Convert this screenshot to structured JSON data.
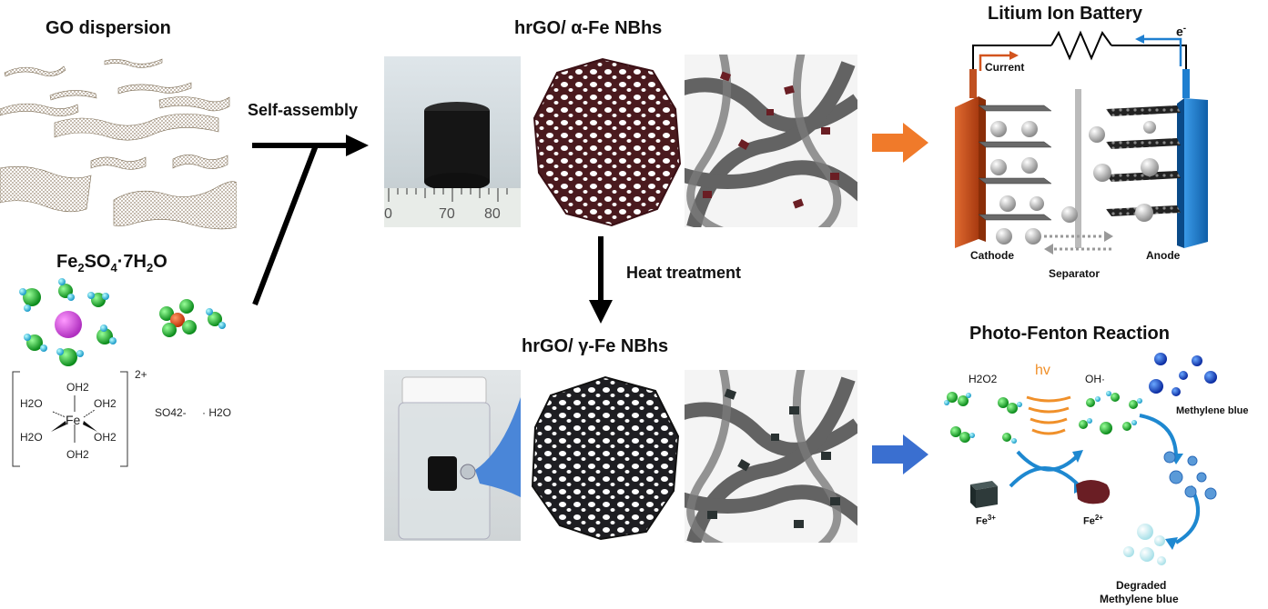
{
  "go": {
    "title": "GO dispersion"
  },
  "iron_salt": {
    "formula_parts": [
      "Fe",
      "2",
      "SO",
      "4",
      "·7H",
      "2",
      "O"
    ],
    "complex": {
      "ligand": "OH2",
      "ligand_left": "H2O",
      "center": "Fe",
      "charge": "2+",
      "sulfate": "SO42-",
      "water": "· H2O"
    }
  },
  "process": {
    "self_assembly": "Self-assembly",
    "heat_treatment": "Heat treatment"
  },
  "alpha": {
    "title": "hrGO/ α-Fe NBhs",
    "ruler_ticks": [
      "0",
      "70",
      "80"
    ]
  },
  "gamma": {
    "title": "hrGO/ γ-Fe NBhs"
  },
  "battery": {
    "title": "Litium Ion Battery",
    "electron": "e",
    "electron_sup": "-",
    "current": "Current",
    "cathode": "Cathode",
    "separator": "Separator",
    "anode": "Anode"
  },
  "fenton": {
    "title": "Photo-Fenton Reaction",
    "h2o2": "H2O2",
    "hv": "hv",
    "oh": "OH·",
    "methylene_blue": "Methylene blue",
    "fe3": "Fe",
    "fe3_sup": "3+",
    "fe2": "Fe",
    "fe2_sup": "2+",
    "degraded_line1": "Degraded",
    "degraded_line2": "Methylene blue"
  },
  "colors": {
    "orange_arrow": "#F07A2A",
    "blue_arrow": "#3A6FD0",
    "cathode": "#D2541E",
    "anode": "#1F7FD0",
    "reaction_arrow": "#1E88D0",
    "hv": "#F0902A"
  }
}
